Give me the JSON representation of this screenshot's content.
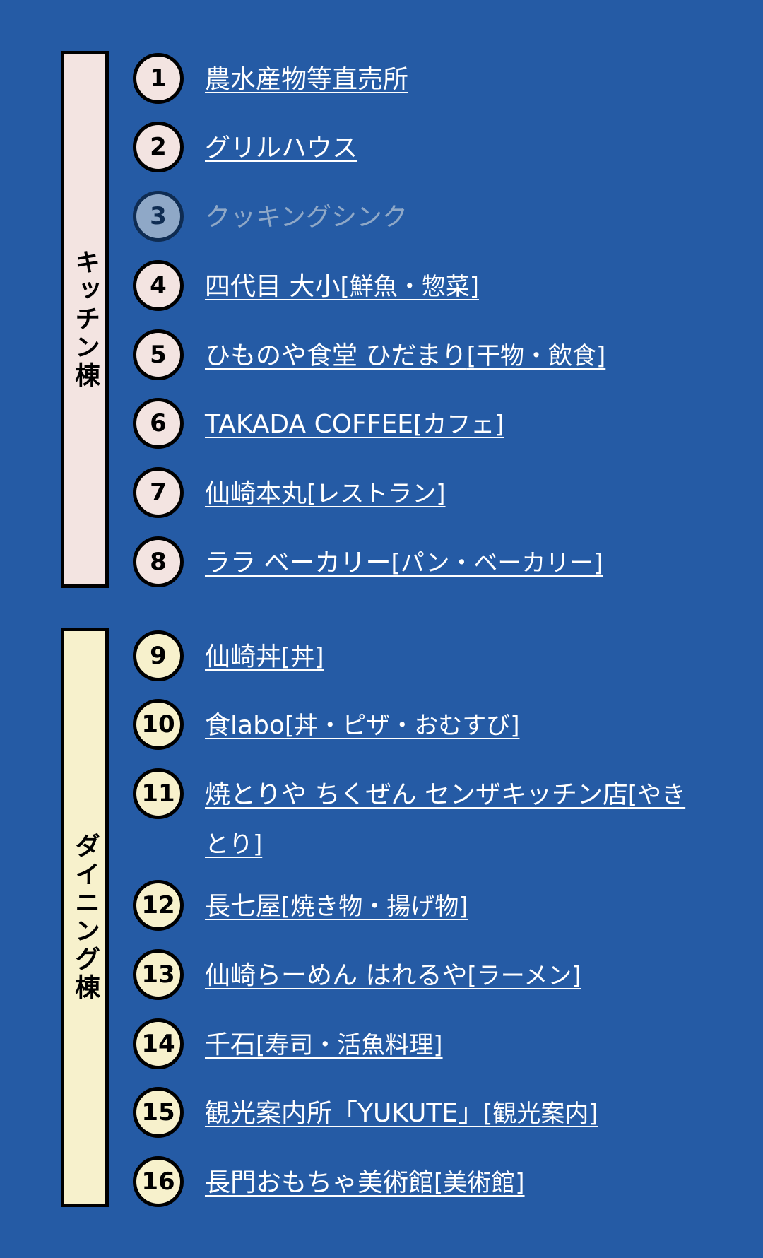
{
  "sections": {
    "kitchen": {
      "title": "キッチン棟"
    },
    "dining": {
      "title": "ダイニング棟"
    }
  },
  "items": [
    {
      "num": "1",
      "name": "農水産物等直売所",
      "category": ""
    },
    {
      "num": "2",
      "name": "グリルハウス",
      "category": ""
    },
    {
      "num": "3",
      "name": "クッキングシンク",
      "category": ""
    },
    {
      "num": "4",
      "name": "四代目 大小",
      "category": "[鮮魚・惣菜]"
    },
    {
      "num": "5",
      "name": "ひものや食堂 ひだまり",
      "category": "[干物・飲食]"
    },
    {
      "num": "6",
      "name": "TAKADA COFFEE",
      "category": "[カフェ]"
    },
    {
      "num": "7",
      "name": "仙崎本丸",
      "category": "[レストラン]"
    },
    {
      "num": "8",
      "name": "ララ ベーカリー",
      "category": "[パン・ベーカリー]"
    },
    {
      "num": "9",
      "name": "仙崎丼",
      "category": "[丼]"
    },
    {
      "num": "10",
      "name": "食labo",
      "category": "[丼・ピザ・おむすび]"
    },
    {
      "num": "11",
      "name": "焼とりや ちくぜん センザキッチン店",
      "category": "[やきとり]"
    },
    {
      "num": "12",
      "name": "長七屋",
      "category": "[焼き物・揚げ物]"
    },
    {
      "num": "13",
      "name": "仙崎らーめん はれるや",
      "category": "[ラーメン]"
    },
    {
      "num": "14",
      "name": "千石",
      "category": "[寿司・活魚料理]"
    },
    {
      "num": "15",
      "name": "観光案内所「YUKUTE」",
      "category": "[観光案内]"
    },
    {
      "num": "16",
      "name": "長門おもちゃ美術館",
      "category": "[美術館]"
    }
  ]
}
